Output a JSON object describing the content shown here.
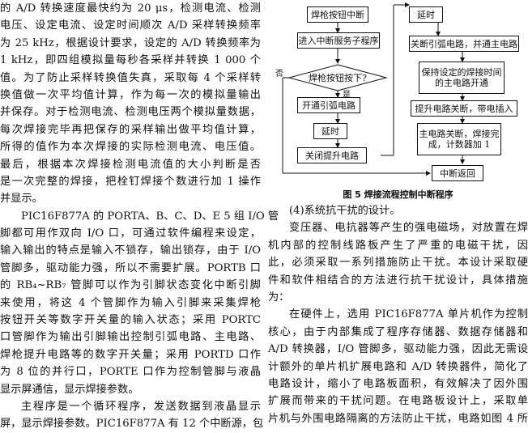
{
  "left_column": [
    "的 A/D 转换速度最快约为 20 μs，检测电流、检测",
    "电压、设定电流、设定时间顺次 A/D 采样转换频率",
    "为 25 kHz，根据设计要求，设定的 A/D 转换频率为",
    "1 kHz，即四组模拟量每秒各采样并转换 1 000 个",
    "值。为了防止采样转换值失真，采取每 4 个采样转",
    "换值做一次平均值计算，作为每一次的模拟量输出",
    "并保存。对于检测电流、检测电压两个模拟量数据，",
    "每次焊接完毕再把保存的采样输出做平均值计算，",
    "所得的值作为本次焊接的实际检测电流、电压值。",
    "最后，根据本次焊接检测电流值的大小判断是否",
    "是一次完整的焊接，把栓钉焊接个数进行加 1 操作",
    "并显示。",
    "PIC16F877A 的 PORTA、B、C、D、E 5 组 I/O 管",
    "脚都可用作双向 I/O 口，可通过软件编程来设定，",
    "输入输出的特点是输入不锁存，输出锁存，由于 I/O",
    "管脚多，驱动能力强，所以不需要扩展。PORTB 口",
    "的 RB₄~RB₇ 管脚可以作为引脚状态变化中断引脚",
    "来使用，将这 4 个管脚作为输入引脚来采集焊枪",
    "按钮开关等数字开关量的输入状态；采用 PORTC",
    "口管脚作为输出引脚输出控制引弧电路、主电路、",
    "焊枪提升电路等的数字开关量；采用 PORTD 口作",
    "为 8 位的并行口，PORTE 口作为控制管脚与液晶",
    "显示屏通信，显示焊接参数。",
    "主程序是一个循环程序，发送数据到液晶显示",
    "屏，显示焊接参数。PIC16F877A 有 12 个中断源，包"
  ],
  "figure": {
    "caption": "图 5   焊接流程控制中断程序",
    "boxes": {
      "start": "焊枪按钮中断",
      "enter": "进入中断服务子程序",
      "decision": "焊枪按钮按下?",
      "arc_on": "开通引弧电路",
      "delay1": "延时",
      "lift_off": "关闭提升电路",
      "delay2": "延时",
      "arc_off": "关断引弧电路，并通主电路",
      "hold": "保持设定的焊接时间的主电路开通",
      "lift_on": "提升电路关断，带电插入",
      "main_off": "主电路关断，焊接完成，计数器加 1",
      "ret": "中断返回"
    },
    "labels": {
      "no": "否",
      "yes": "是"
    }
  },
  "right_column": [
    "(4)系统抗干扰的设计。",
    "变压器、电抗器等产生的强电磁场，对放置在焊",
    "机内部的控制线路板产生了严重的电磁干扰，因",
    "此，必须采取一系列措施防止干扰。本设计采取硬",
    "件和软件相结合的方法进行抗干扰设计，具体措施",
    "为：",
    "在硬件上，选用 PIC16F877A 单片机作为控制",
    "核心，由于内部集成了程序存储器、数据存储器和",
    "A/D 转换器，I/O 管脚多，驱动能力强，因此无需设",
    "计额外的单片机扩展电路和 A/D 转换器件，简化了",
    "电路设计，缩小了电路板面积，有效解决了因外围",
    "扩展而带来的干扰问题。在电路板设计上，采取单",
    "片机与外围电路隔离的方法防止干扰，电路如图 4 所"
  ]
}
